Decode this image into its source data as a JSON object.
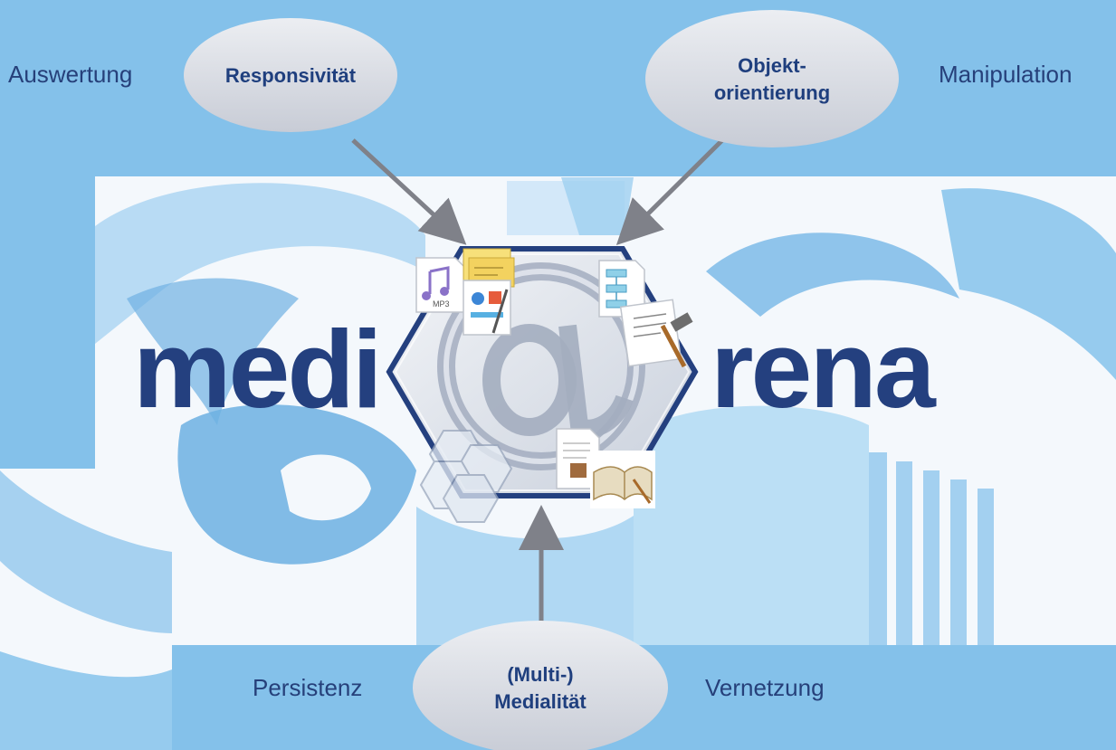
{
  "diagram": {
    "labels": {
      "top_left": "Auswertung",
      "top_right": "Manipulation",
      "bottom_left": "Persistenz",
      "bottom_right": "Vernetzung"
    },
    "ovals": {
      "responsivity": "Responsivität",
      "object_line1": "Objekt-",
      "object_line2": "orientierung",
      "media_line1": "(Multi-)",
      "media_line2": "Medialität"
    },
    "logo": {
      "left_word": "medi",
      "right_word": "rena",
      "at_sign": "@"
    },
    "icons": {
      "mp3_label": "MP3"
    },
    "colors": {
      "background_blue": "#84c1ea",
      "navy_text": "#24407f",
      "arrow_grey": "#7f8189",
      "oval_fill": "#dcdfe5"
    }
  }
}
